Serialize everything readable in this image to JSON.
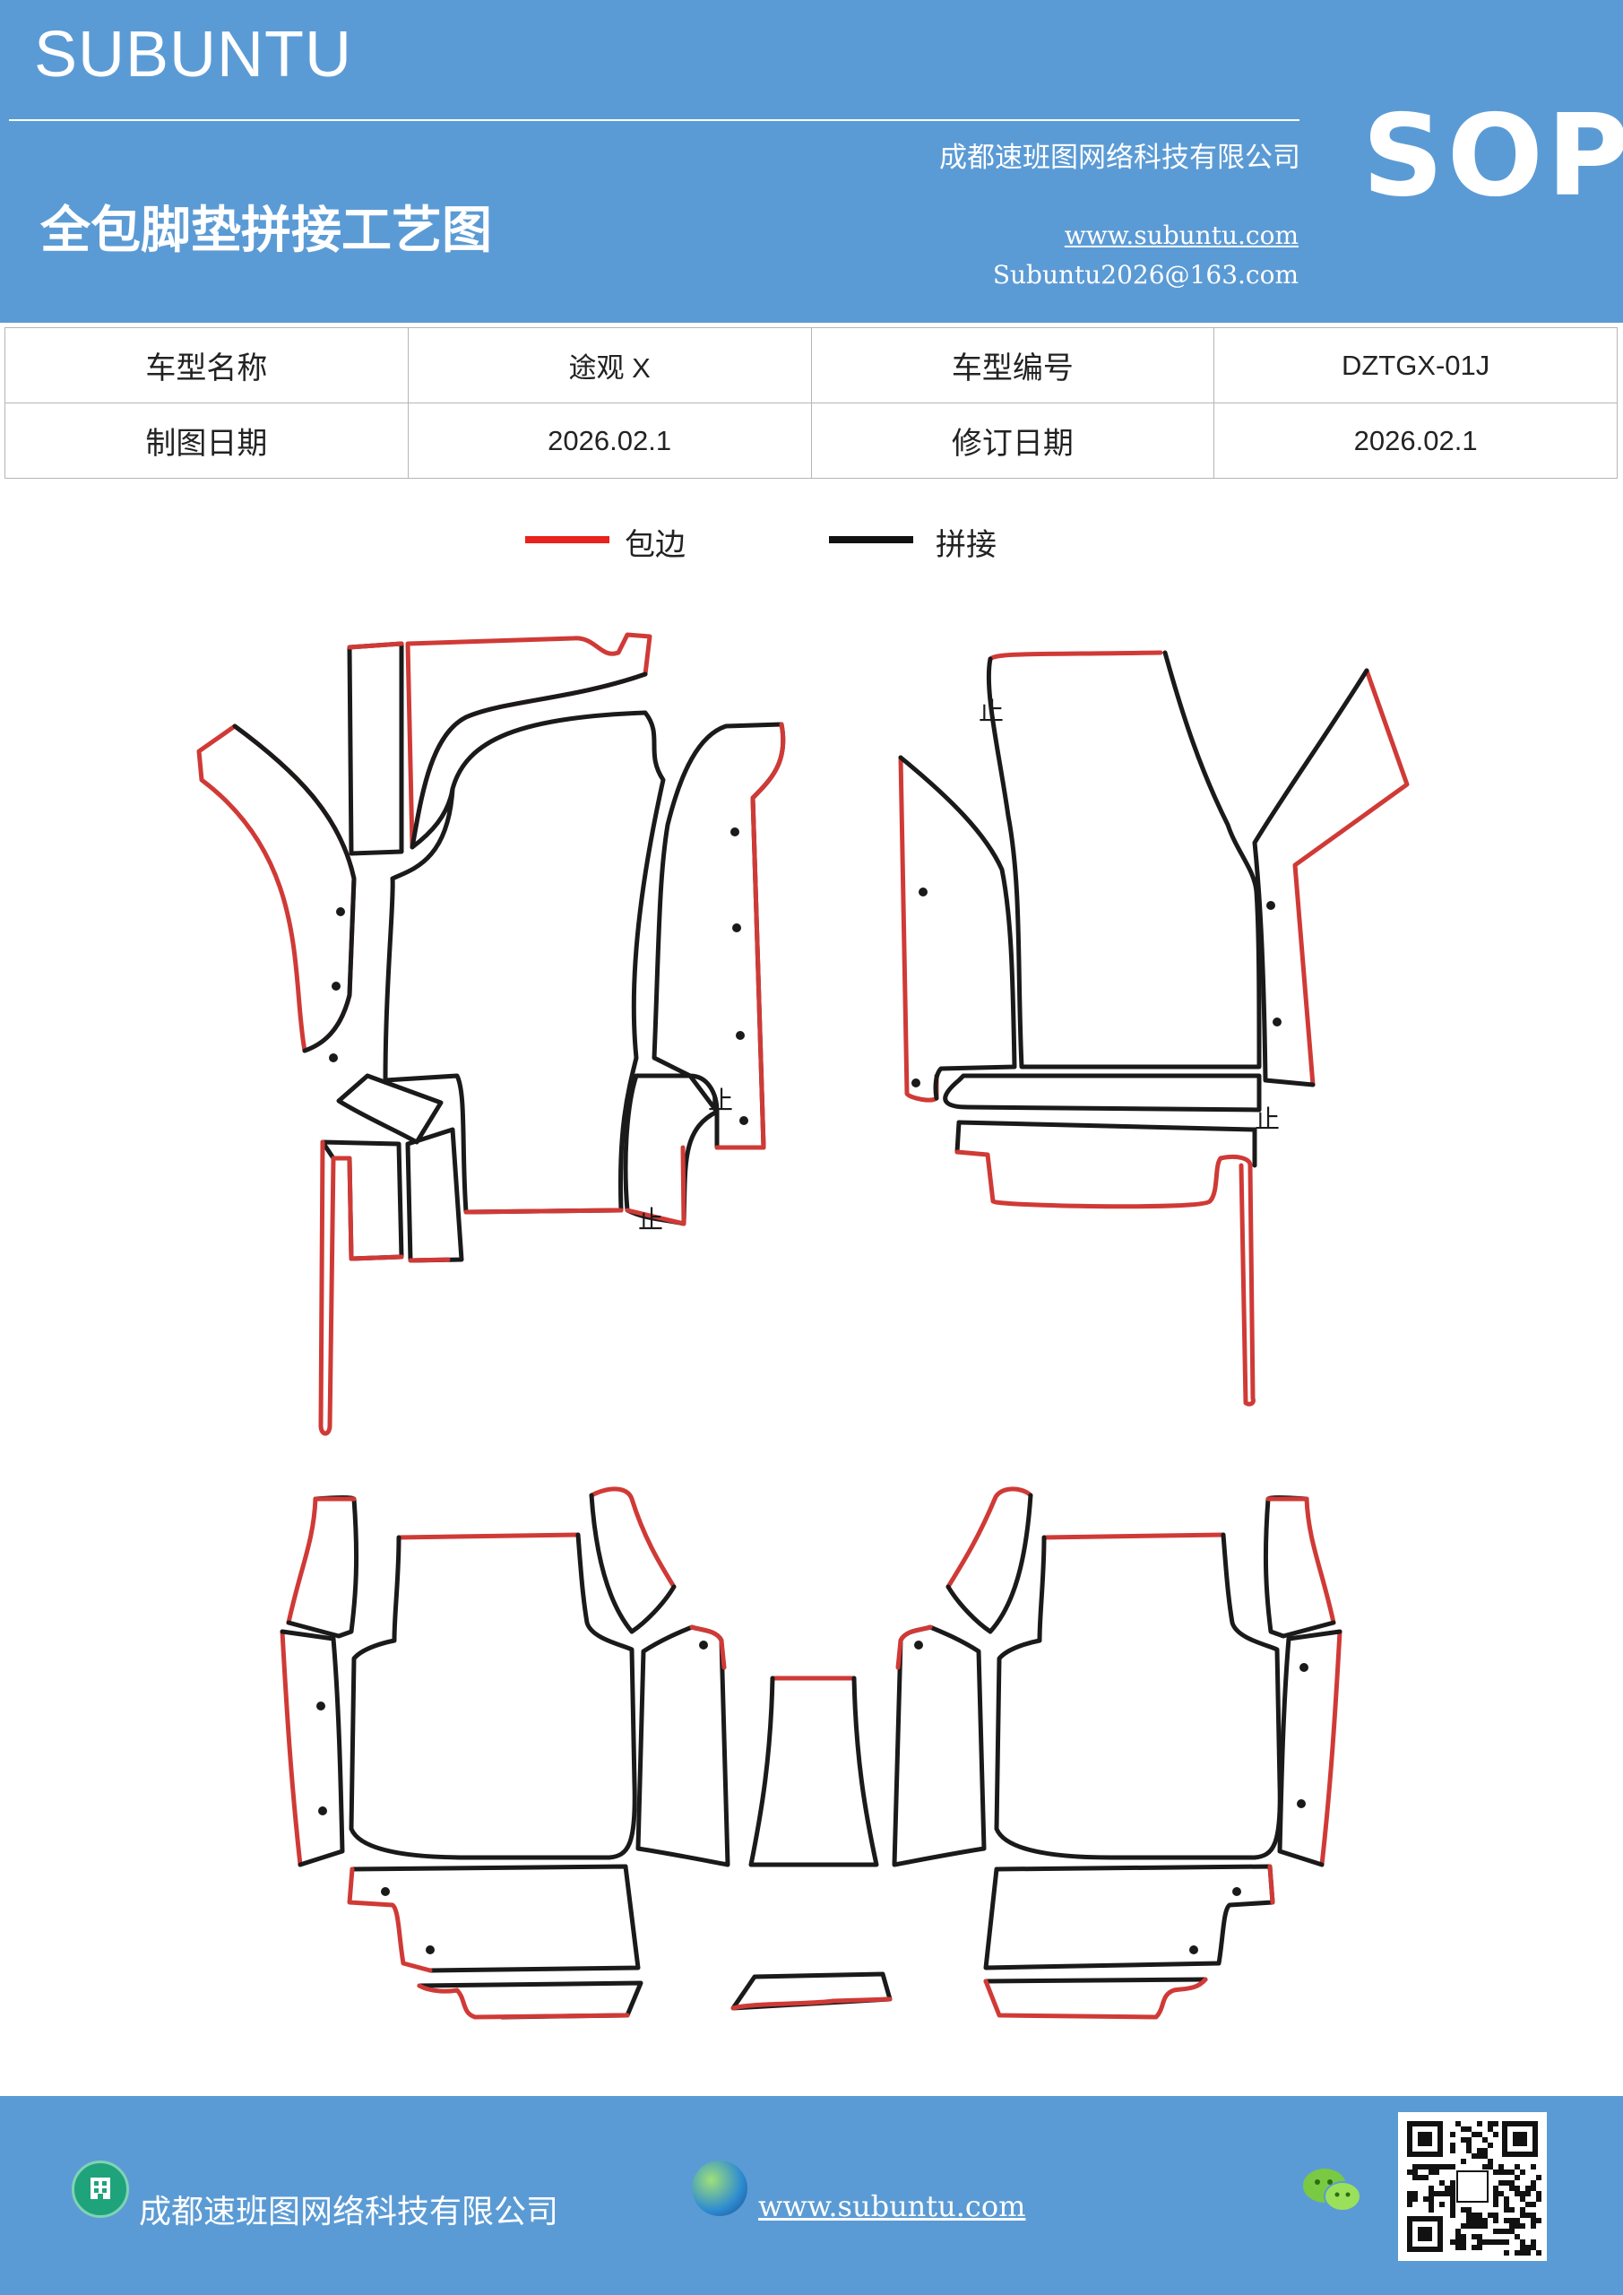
{
  "header": {
    "brand": "SUBUNTU",
    "company": "成都速班图网络科技有限公司",
    "title": "全包脚垫拼接工艺图",
    "website": "www.subuntu.com",
    "email": "Subuntu2026@163.com",
    "badge": "SOP"
  },
  "info_table": {
    "rows": [
      {
        "label1": "车型名称",
        "value1": "途观 X",
        "label2": "车型编号",
        "value2": "DZTGX-01J"
      },
      {
        "label1": "制图日期",
        "value1": "2026.02.1",
        "label2": "修订日期",
        "value2": "2026.02.1"
      }
    ]
  },
  "legend": {
    "items": [
      {
        "label": "包边",
        "color": "#e8221c"
      },
      {
        "label": "拼接",
        "color": "#111111"
      }
    ]
  },
  "diagram": {
    "edge_color": "#d03a36",
    "seam_color": "#1a1a1a",
    "marks": [
      {
        "text": "止"
      },
      {
        "text": "止"
      },
      {
        "text": "止"
      },
      {
        "text": "止"
      }
    ]
  },
  "footer": {
    "company": "成都速班图网络科技有限公司",
    "website": "www.subuntu.com",
    "icons": [
      "building-icon",
      "globe-icon",
      "wechat-icon",
      "qr-code"
    ]
  }
}
